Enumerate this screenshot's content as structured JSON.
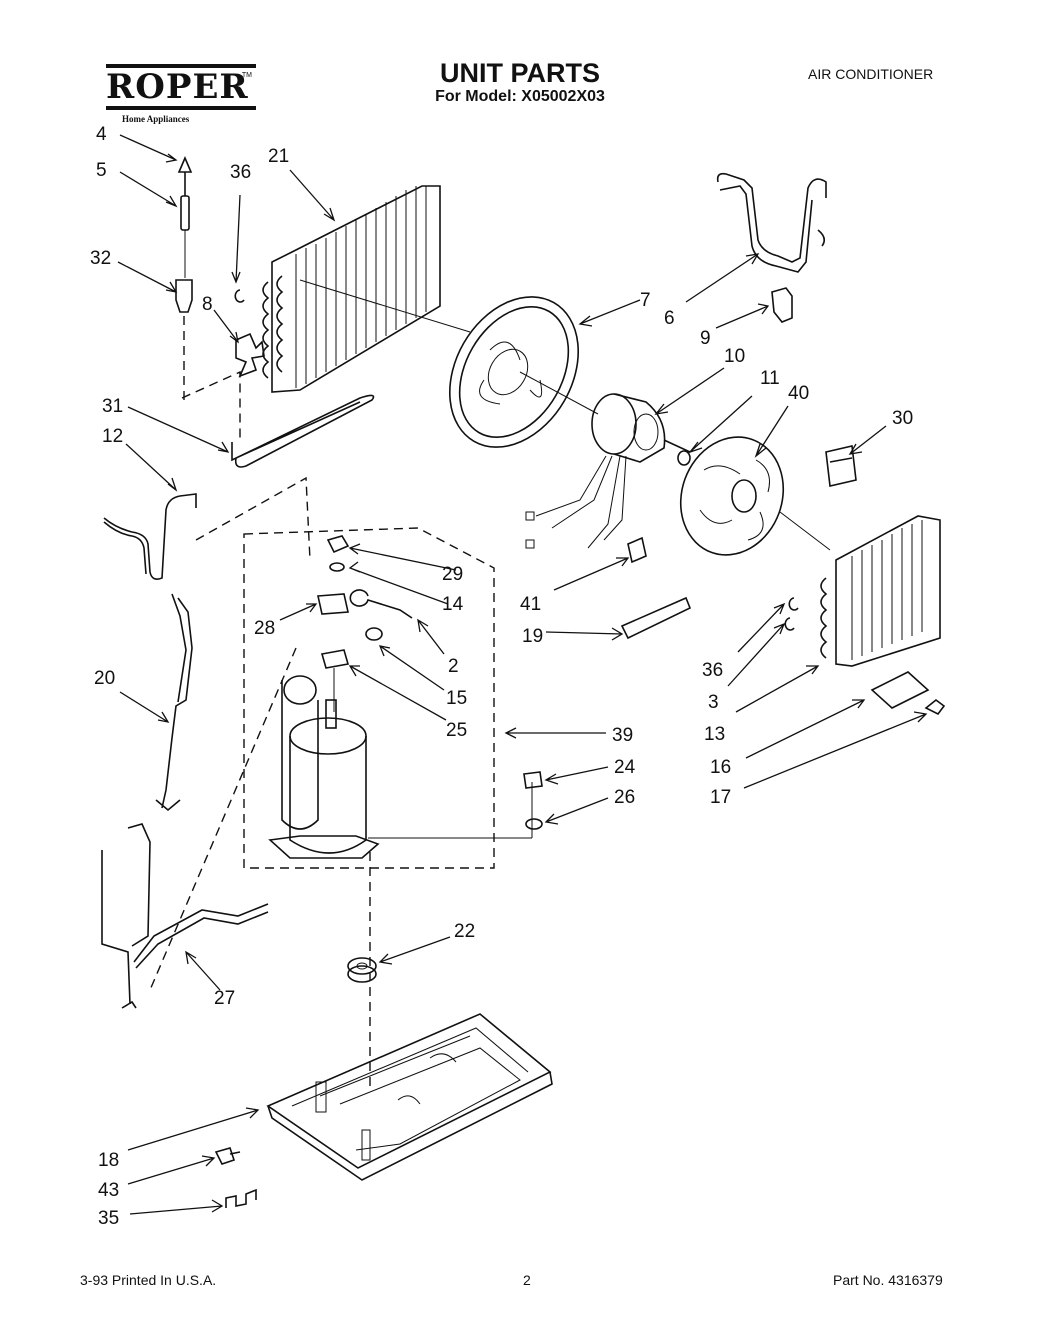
{
  "header": {
    "brand": "ROPER",
    "brand_tagline": "Home Appliances",
    "title": "UNIT PARTS",
    "model_line": "For Model: X05002X03",
    "category": "AIR CONDITIONER"
  },
  "footer": {
    "print_info": "3-93 Printed In U.S.A.",
    "page_number": "2",
    "part_number": "Part No. 4316379"
  },
  "callouts": [
    {
      "id": "c4",
      "label": "4"
    },
    {
      "id": "c5",
      "label": "5"
    },
    {
      "id": "c32",
      "label": "32"
    },
    {
      "id": "c21",
      "label": "21"
    },
    {
      "id": "c36a",
      "label": "36"
    },
    {
      "id": "c8",
      "label": "8"
    },
    {
      "id": "c31",
      "label": "31"
    },
    {
      "id": "c12",
      "label": "12"
    },
    {
      "id": "c7",
      "label": "7"
    },
    {
      "id": "c6",
      "label": "6"
    },
    {
      "id": "c9",
      "label": "9"
    },
    {
      "id": "c10",
      "label": "10"
    },
    {
      "id": "c11",
      "label": "11"
    },
    {
      "id": "c40",
      "label": "40"
    },
    {
      "id": "c30",
      "label": "30"
    },
    {
      "id": "c29",
      "label": "29"
    },
    {
      "id": "c14",
      "label": "14"
    },
    {
      "id": "c28",
      "label": "28"
    },
    {
      "id": "c2",
      "label": "2"
    },
    {
      "id": "c15",
      "label": "15"
    },
    {
      "id": "c25",
      "label": "25"
    },
    {
      "id": "c41",
      "label": "41"
    },
    {
      "id": "c19",
      "label": "19"
    },
    {
      "id": "c20",
      "label": "20"
    },
    {
      "id": "c36b",
      "label": "36"
    },
    {
      "id": "c3",
      "label": "3"
    },
    {
      "id": "c13",
      "label": "13"
    },
    {
      "id": "c39",
      "label": "39"
    },
    {
      "id": "c24",
      "label": "24"
    },
    {
      "id": "c26",
      "label": "26"
    },
    {
      "id": "c16",
      "label": "16"
    },
    {
      "id": "c17",
      "label": "17"
    },
    {
      "id": "c22",
      "label": "22"
    },
    {
      "id": "c27",
      "label": "27"
    },
    {
      "id": "c18",
      "label": "18"
    },
    {
      "id": "c43",
      "label": "43"
    },
    {
      "id": "c35",
      "label": "35"
    }
  ]
}
